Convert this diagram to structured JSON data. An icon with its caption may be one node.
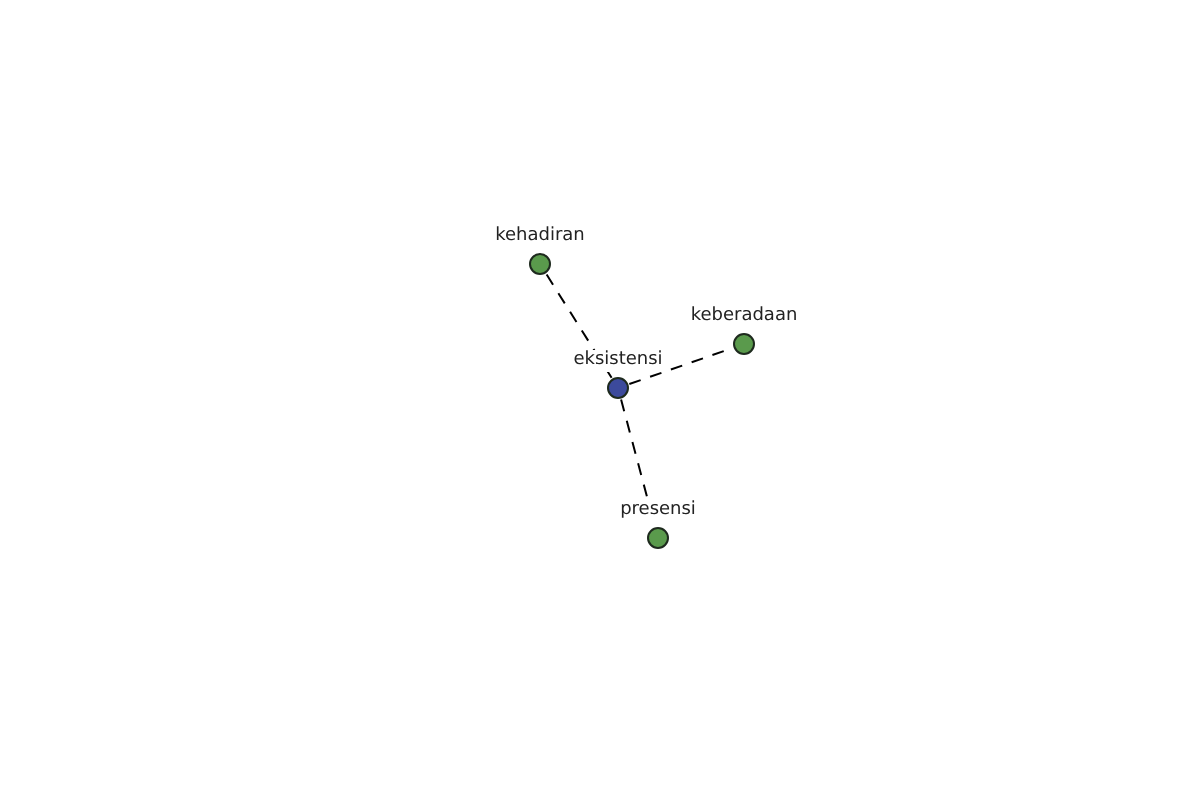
{
  "diagram": {
    "nodes": [
      {
        "text": [
          "kehadiran"
        ]
      },
      {
        "text": [
          "keberadaan"
        ]
      },
      {
        "text": [
          "eksistensi"
        ]
      },
      {
        "text": [
          "presensi"
        ]
      }
    ],
    "edges": [
      {
        "from": 2,
        "to": 0,
        "arrow": "none",
        "style": "dashed"
      },
      {
        "from": 2,
        "to": 1,
        "arrow": "none",
        "style": "dashed"
      },
      {
        "from": 2,
        "to": 3,
        "arrow": "none",
        "style": "dashed"
      }
    ]
  }
}
